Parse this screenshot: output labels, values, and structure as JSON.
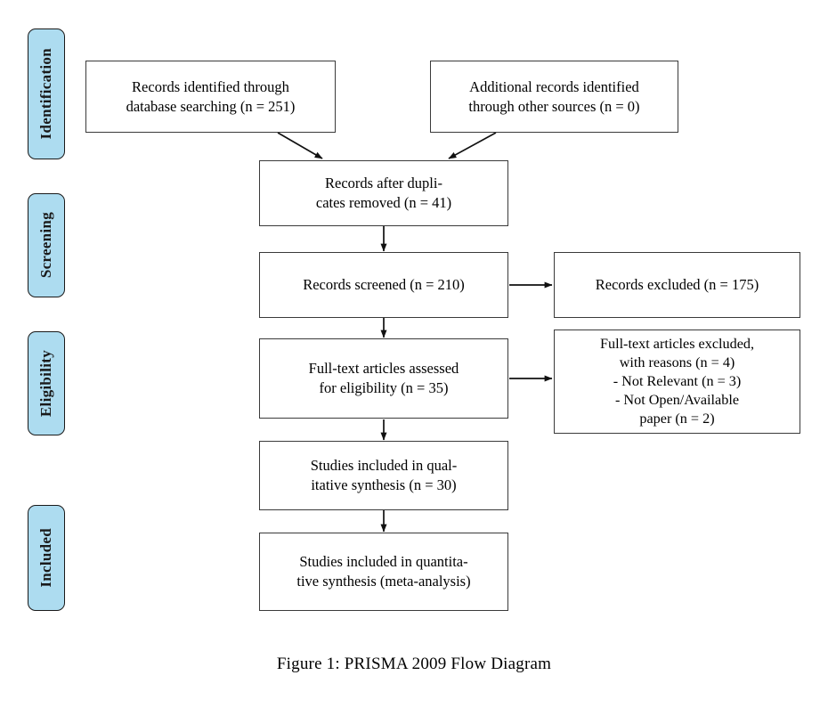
{
  "figure": {
    "caption": "Figure 1: PRISMA 2009 Flow Diagram",
    "accent_color": "#ADDCF0",
    "box_border_color": "#3a3a3a",
    "pill_border_color": "#1a1a1a"
  },
  "stages": [
    {
      "id": "identification",
      "label": "Identification"
    },
    {
      "id": "screening",
      "label": "Screening"
    },
    {
      "id": "eligibility",
      "label": "Eligibility"
    },
    {
      "id": "included",
      "label": "Included"
    }
  ],
  "boxes": {
    "records_identified_database": {
      "text": "Records identified through\ndatabase searching (n = 251)",
      "n": 251
    },
    "additional_records_other_sources": {
      "text": "Additional records identified\nthrough other sources (n = 0)",
      "n": 0
    },
    "records_after_duplicates_removed": {
      "text": "Records after dupli-\ncates removed (n = 41)",
      "n": 41
    },
    "records_screened": {
      "text": "Records screened (n = 210)",
      "n": 210
    },
    "records_excluded": {
      "text": "Records excluded (n = 175)",
      "n": 175
    },
    "fulltext_assessed": {
      "text": "Full-text articles assessed\nfor eligibility (n = 35)",
      "n": 35
    },
    "fulltext_excluded": {
      "text": "Full-text articles excluded,\nwith reasons (n = 4)\n- Not Relevant (n = 3)\n- Not Open/Available\npaper (n = 2)",
      "n": 4,
      "reasons": [
        {
          "label": "Not Relevant",
          "n": 3
        },
        {
          "label": "Not Open/Available paper",
          "n": 2
        }
      ]
    },
    "qualitative_synthesis": {
      "text": "Studies included in qual-\nitative synthesis (n = 30)",
      "n": 30
    },
    "quantitative_synthesis": {
      "text": "Studies included in quantita-\ntive synthesis (meta-analysis)",
      "n": null
    }
  }
}
